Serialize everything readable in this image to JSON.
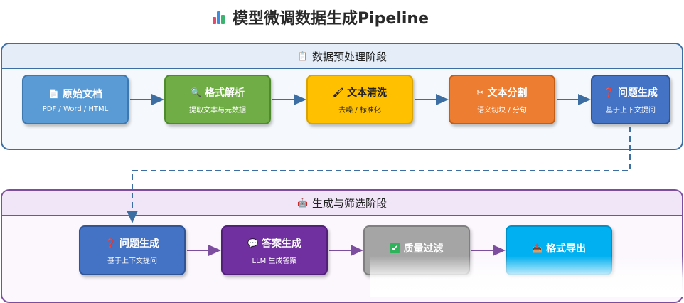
{
  "title": "模型微调数据生成Pipeline",
  "phase1": {
    "label": "数据预处理阶段",
    "nodes": [
      {
        "title": "原始文档",
        "subtitle": "PDF / Word / HTML",
        "icon": "document-icon",
        "color": "#5b9bd5"
      },
      {
        "title": "格式解析",
        "subtitle": "提取文本与元数据",
        "icon": "magnifier-icon",
        "color": "#70ad47"
      },
      {
        "title": "文本清洗",
        "subtitle": "去噪 / 标准化",
        "icon": "brush-icon",
        "color": "#ffc000"
      },
      {
        "title": "文本分割",
        "subtitle": "语义切块 / 分句",
        "icon": "scissors-icon",
        "color": "#ed7d31"
      },
      {
        "title": "问题生成",
        "subtitle": "基于上下文提问",
        "icon": "question-icon",
        "color": "#4472c4"
      }
    ]
  },
  "phase2": {
    "label": "生成与筛选阶段",
    "nodes": [
      {
        "title": "问题生成",
        "subtitle": "基于上下文提问",
        "icon": "question-icon",
        "color": "#4472c4"
      },
      {
        "title": "答案生成",
        "subtitle": "LLM 生成答案",
        "icon": "speech-bubble-icon",
        "color": "#7030a0"
      },
      {
        "title": "质量过滤",
        "subtitle": "",
        "icon": "checkmark-icon",
        "color": "#a5a5a5"
      },
      {
        "title": "格式导出",
        "subtitle": "",
        "icon": "export-icon",
        "color": "#00b0f0"
      }
    ]
  }
}
